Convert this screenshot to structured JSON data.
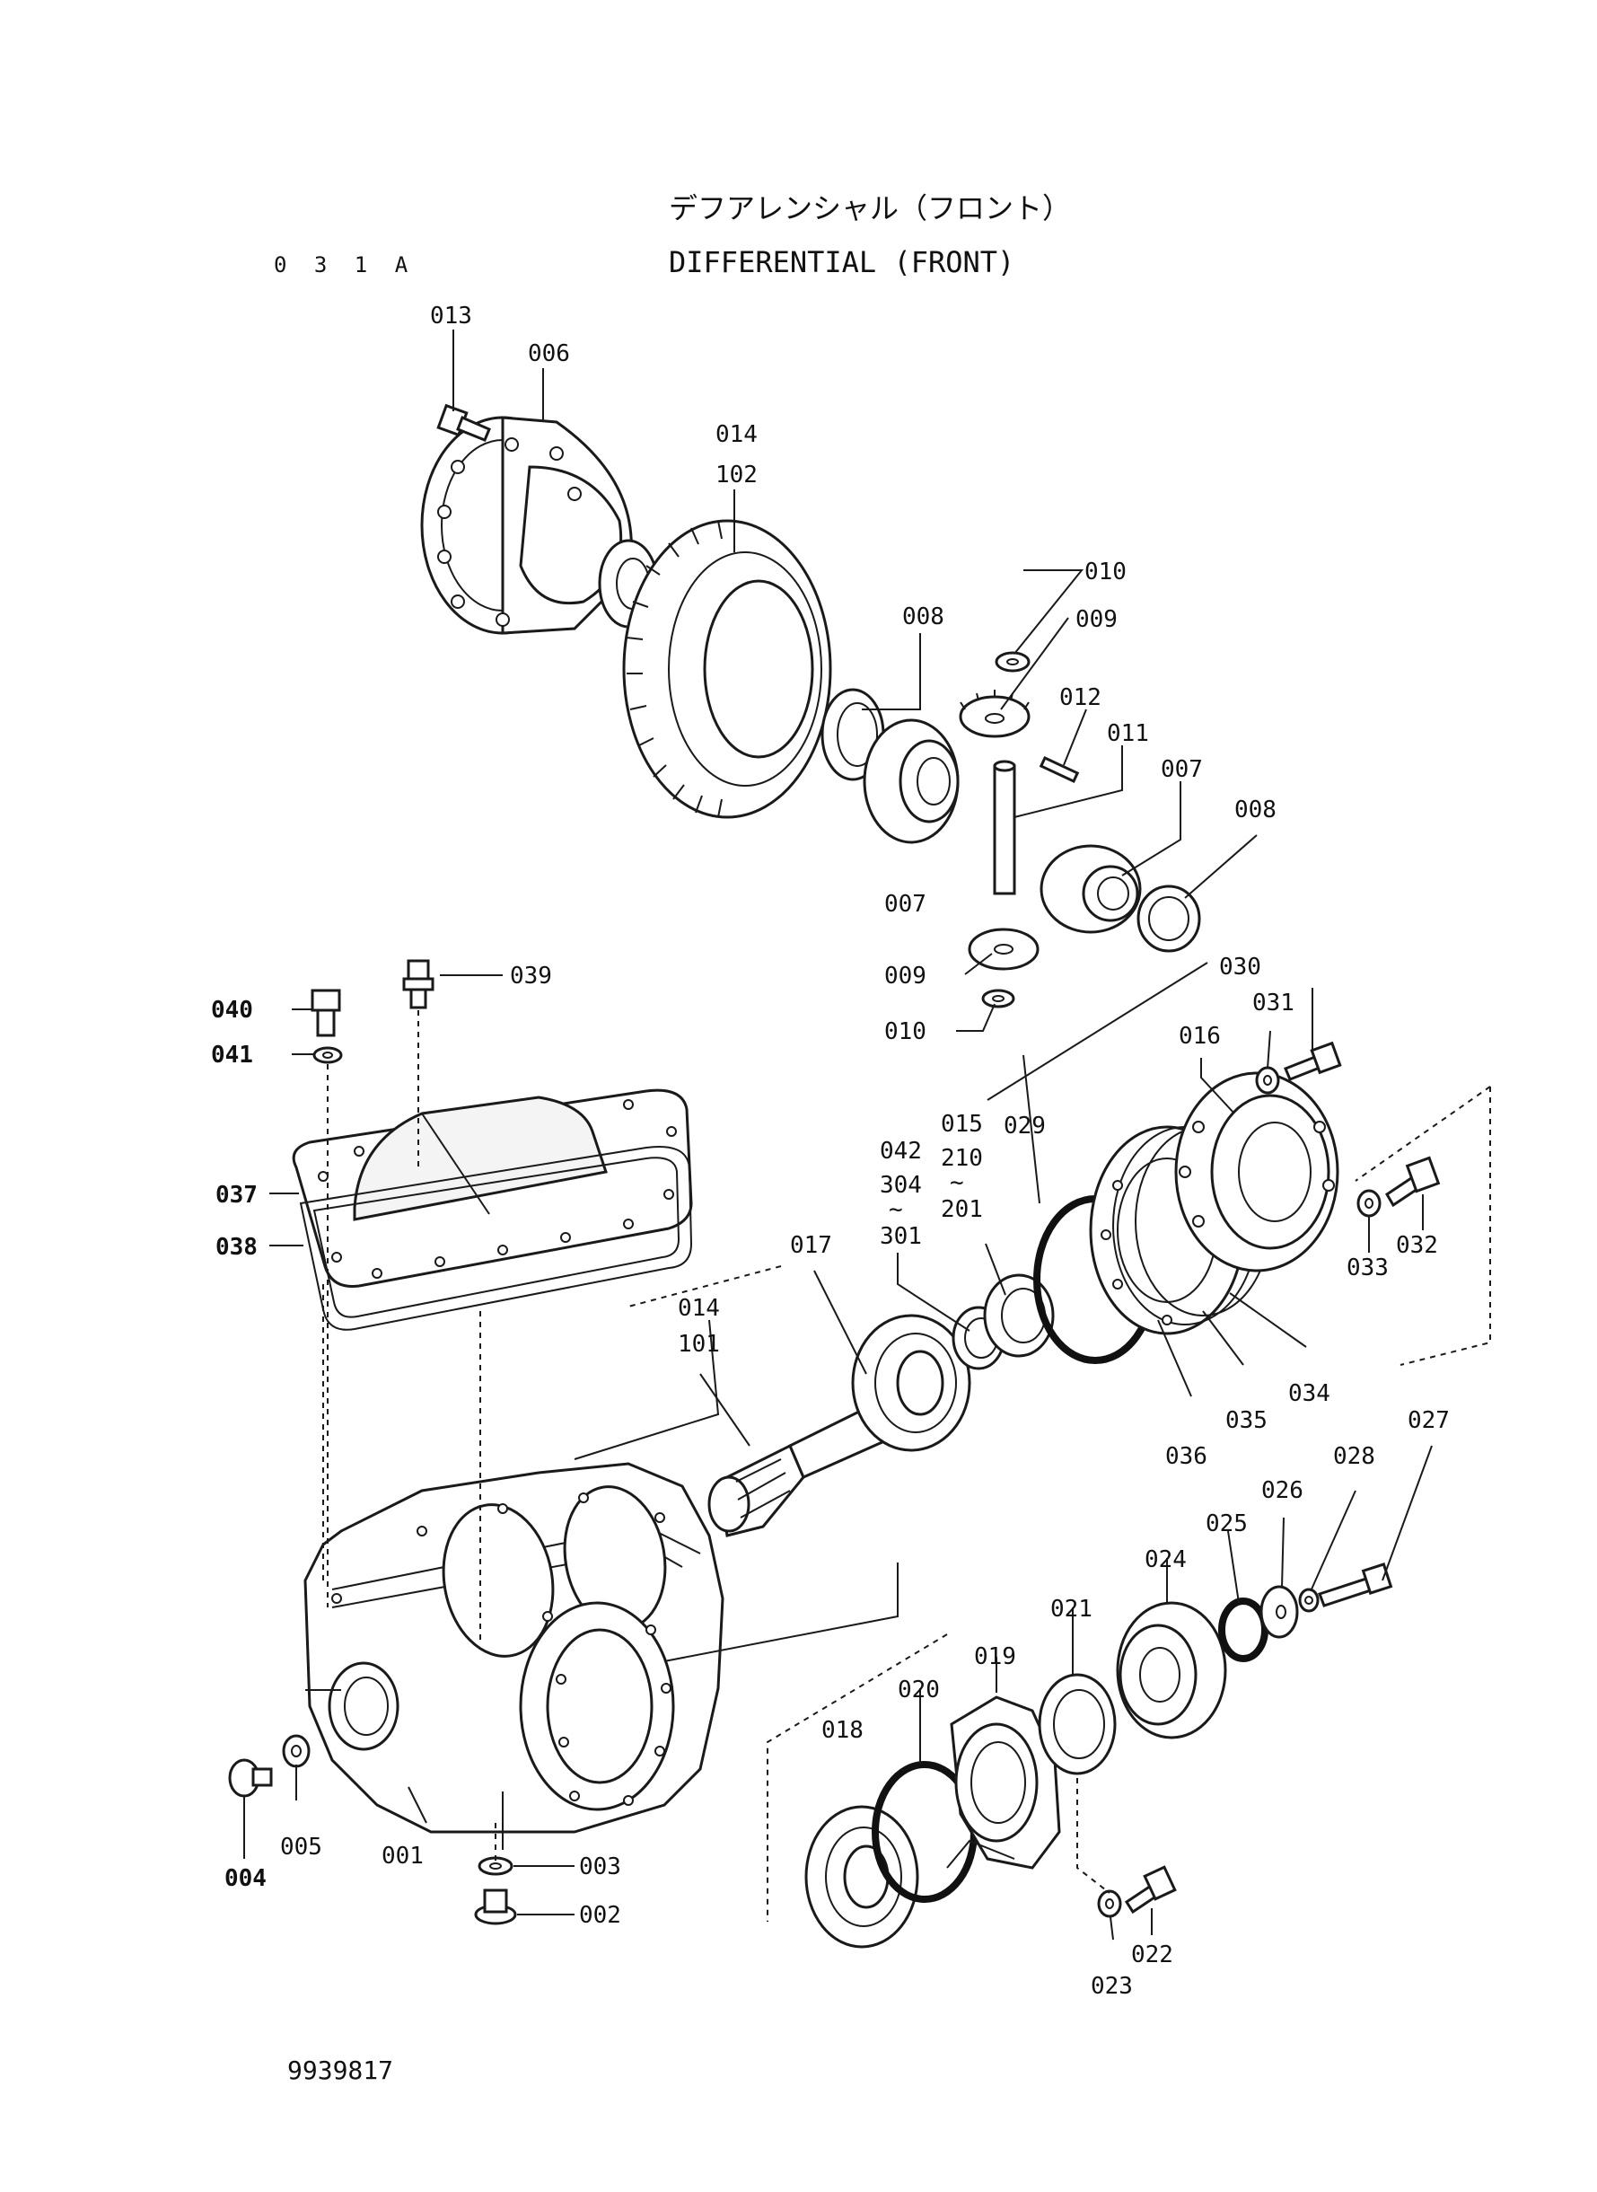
{
  "header": {
    "title_jp": "デフアレンシャル（フロント）",
    "title_en": "DIFFERENTIAL (FRONT)",
    "section_code": "0 3 1 A"
  },
  "footer": {
    "document_number": "9939817"
  },
  "part_labels": {
    "p001": "001",
    "p002": "002",
    "p003": "003",
    "p004": "004",
    "p005": "005",
    "p006": "006",
    "p007_left": "007",
    "p007_right": "007",
    "p008_left": "008",
    "p008_right": "008",
    "p009_top": "009",
    "p009_bottom": "009",
    "p010_top": "010",
    "p010_bottom": "010",
    "p011": "011",
    "p012": "012",
    "p013": "013",
    "p014_top": "014",
    "p102": "102",
    "p014_mid": "014",
    "p101": "101",
    "p015": "015",
    "p210": "210",
    "p201": "201",
    "p016": "016",
    "p017": "017",
    "p018": "018",
    "p019": "019",
    "p020": "020",
    "p021": "021",
    "p022": "022",
    "p023": "023",
    "p024": "024",
    "p025": "025",
    "p026": "026",
    "p027": "027",
    "p028": "028",
    "p029": "029",
    "p030": "030",
    "p031": "031",
    "p032": "032",
    "p033": "033",
    "p034": "034",
    "p035": "035",
    "p036": "036",
    "p037": "037",
    "p038": "038",
    "p039": "039",
    "p040": "040",
    "p041": "041",
    "p042": "042",
    "p304": "304",
    "p301": "301",
    "tilde_a": "~",
    "tilde_b": "~"
  }
}
